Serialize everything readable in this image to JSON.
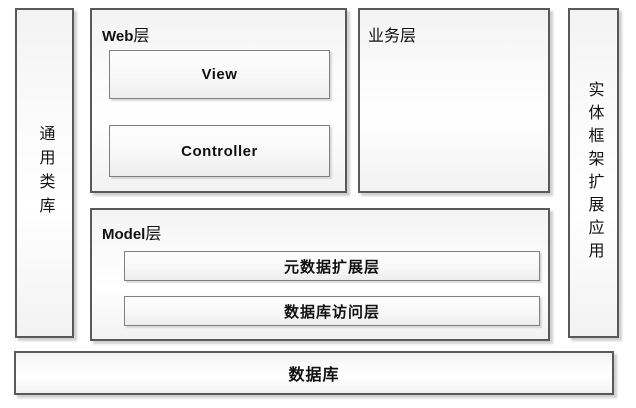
{
  "diagram": {
    "type": "layered-architecture-diagram",
    "background": "#ffffff",
    "colors": {
      "outer_border": "#595959",
      "inner_border": "#7f7f7f",
      "fill_top": "#f3f3f3",
      "fill_bottom": "#f2f2f2",
      "shadow": "#aaaaaa",
      "text": "#111111"
    },
    "left_panel": {
      "label": "通用类库"
    },
    "right_panel": {
      "label": "实体框架扩展应用"
    },
    "web_layer": {
      "title_en": "Web",
      "title_zh": "层",
      "components": [
        {
          "label": "View"
        },
        {
          "label": "Controller"
        }
      ]
    },
    "business_layer": {
      "title": "业务层"
    },
    "model_layer": {
      "title_en": "Model",
      "title_zh": "层",
      "components": [
        {
          "label": "元数据扩展层"
        },
        {
          "label": "数据库访问层"
        }
      ]
    },
    "database_layer": {
      "label": "数据库"
    }
  }
}
